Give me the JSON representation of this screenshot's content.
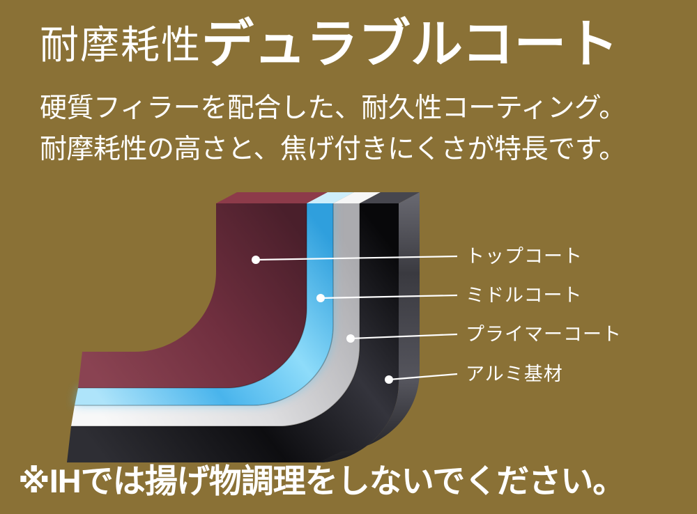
{
  "page": {
    "background_color": "#8a7136",
    "text_color": "#ffffff"
  },
  "title": {
    "prefix": "耐摩耗性",
    "main": "デュラブルコート"
  },
  "description": {
    "line1": "硬質フィラーを配合した、耐久性コーティング。",
    "line2": "耐摩耗性の高さと、焦げ付きにくさが特長です。"
  },
  "diagram": {
    "type": "coating-layer-cross-section",
    "layers": [
      {
        "label": "トップコート",
        "color": "#6e2f3d"
      },
      {
        "label": "ミドルコート",
        "color": "#3fb6ef"
      },
      {
        "label": "プライマーコート",
        "color": "#e8e8e8"
      },
      {
        "label": "アルミ基材",
        "color": "#222226"
      }
    ],
    "leader_color": "#ffffff"
  },
  "warning": "※IHでは揚げ物調理をしないでください。"
}
